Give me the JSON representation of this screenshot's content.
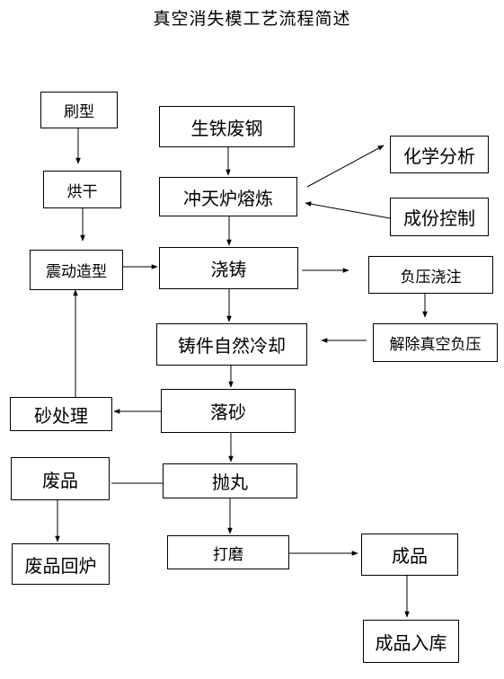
{
  "title": "真空消失模工艺流程简述",
  "steps": {
    "brush": "刷型",
    "dry": "烘干",
    "vibrate_mold": "震动造型",
    "raw_material": "生铁废钢",
    "cupola_melting": "冲天炉熔炼",
    "chem_analysis": "化学分析",
    "composition_control": "成份控制",
    "pouring": "浇铸",
    "negative_pressure_pouring": "负压浇注",
    "casting_cooling": "铸件自然冷却",
    "release_vacuum": "解除真空负压",
    "sand_treatment": "砂处理",
    "shakeout": "落砂",
    "scrap": "废品",
    "shot_blast": "抛丸",
    "scrap_remelt": "废品回炉",
    "grinding": "打磨",
    "finished": "成品",
    "finished_storage": "成品入库"
  }
}
